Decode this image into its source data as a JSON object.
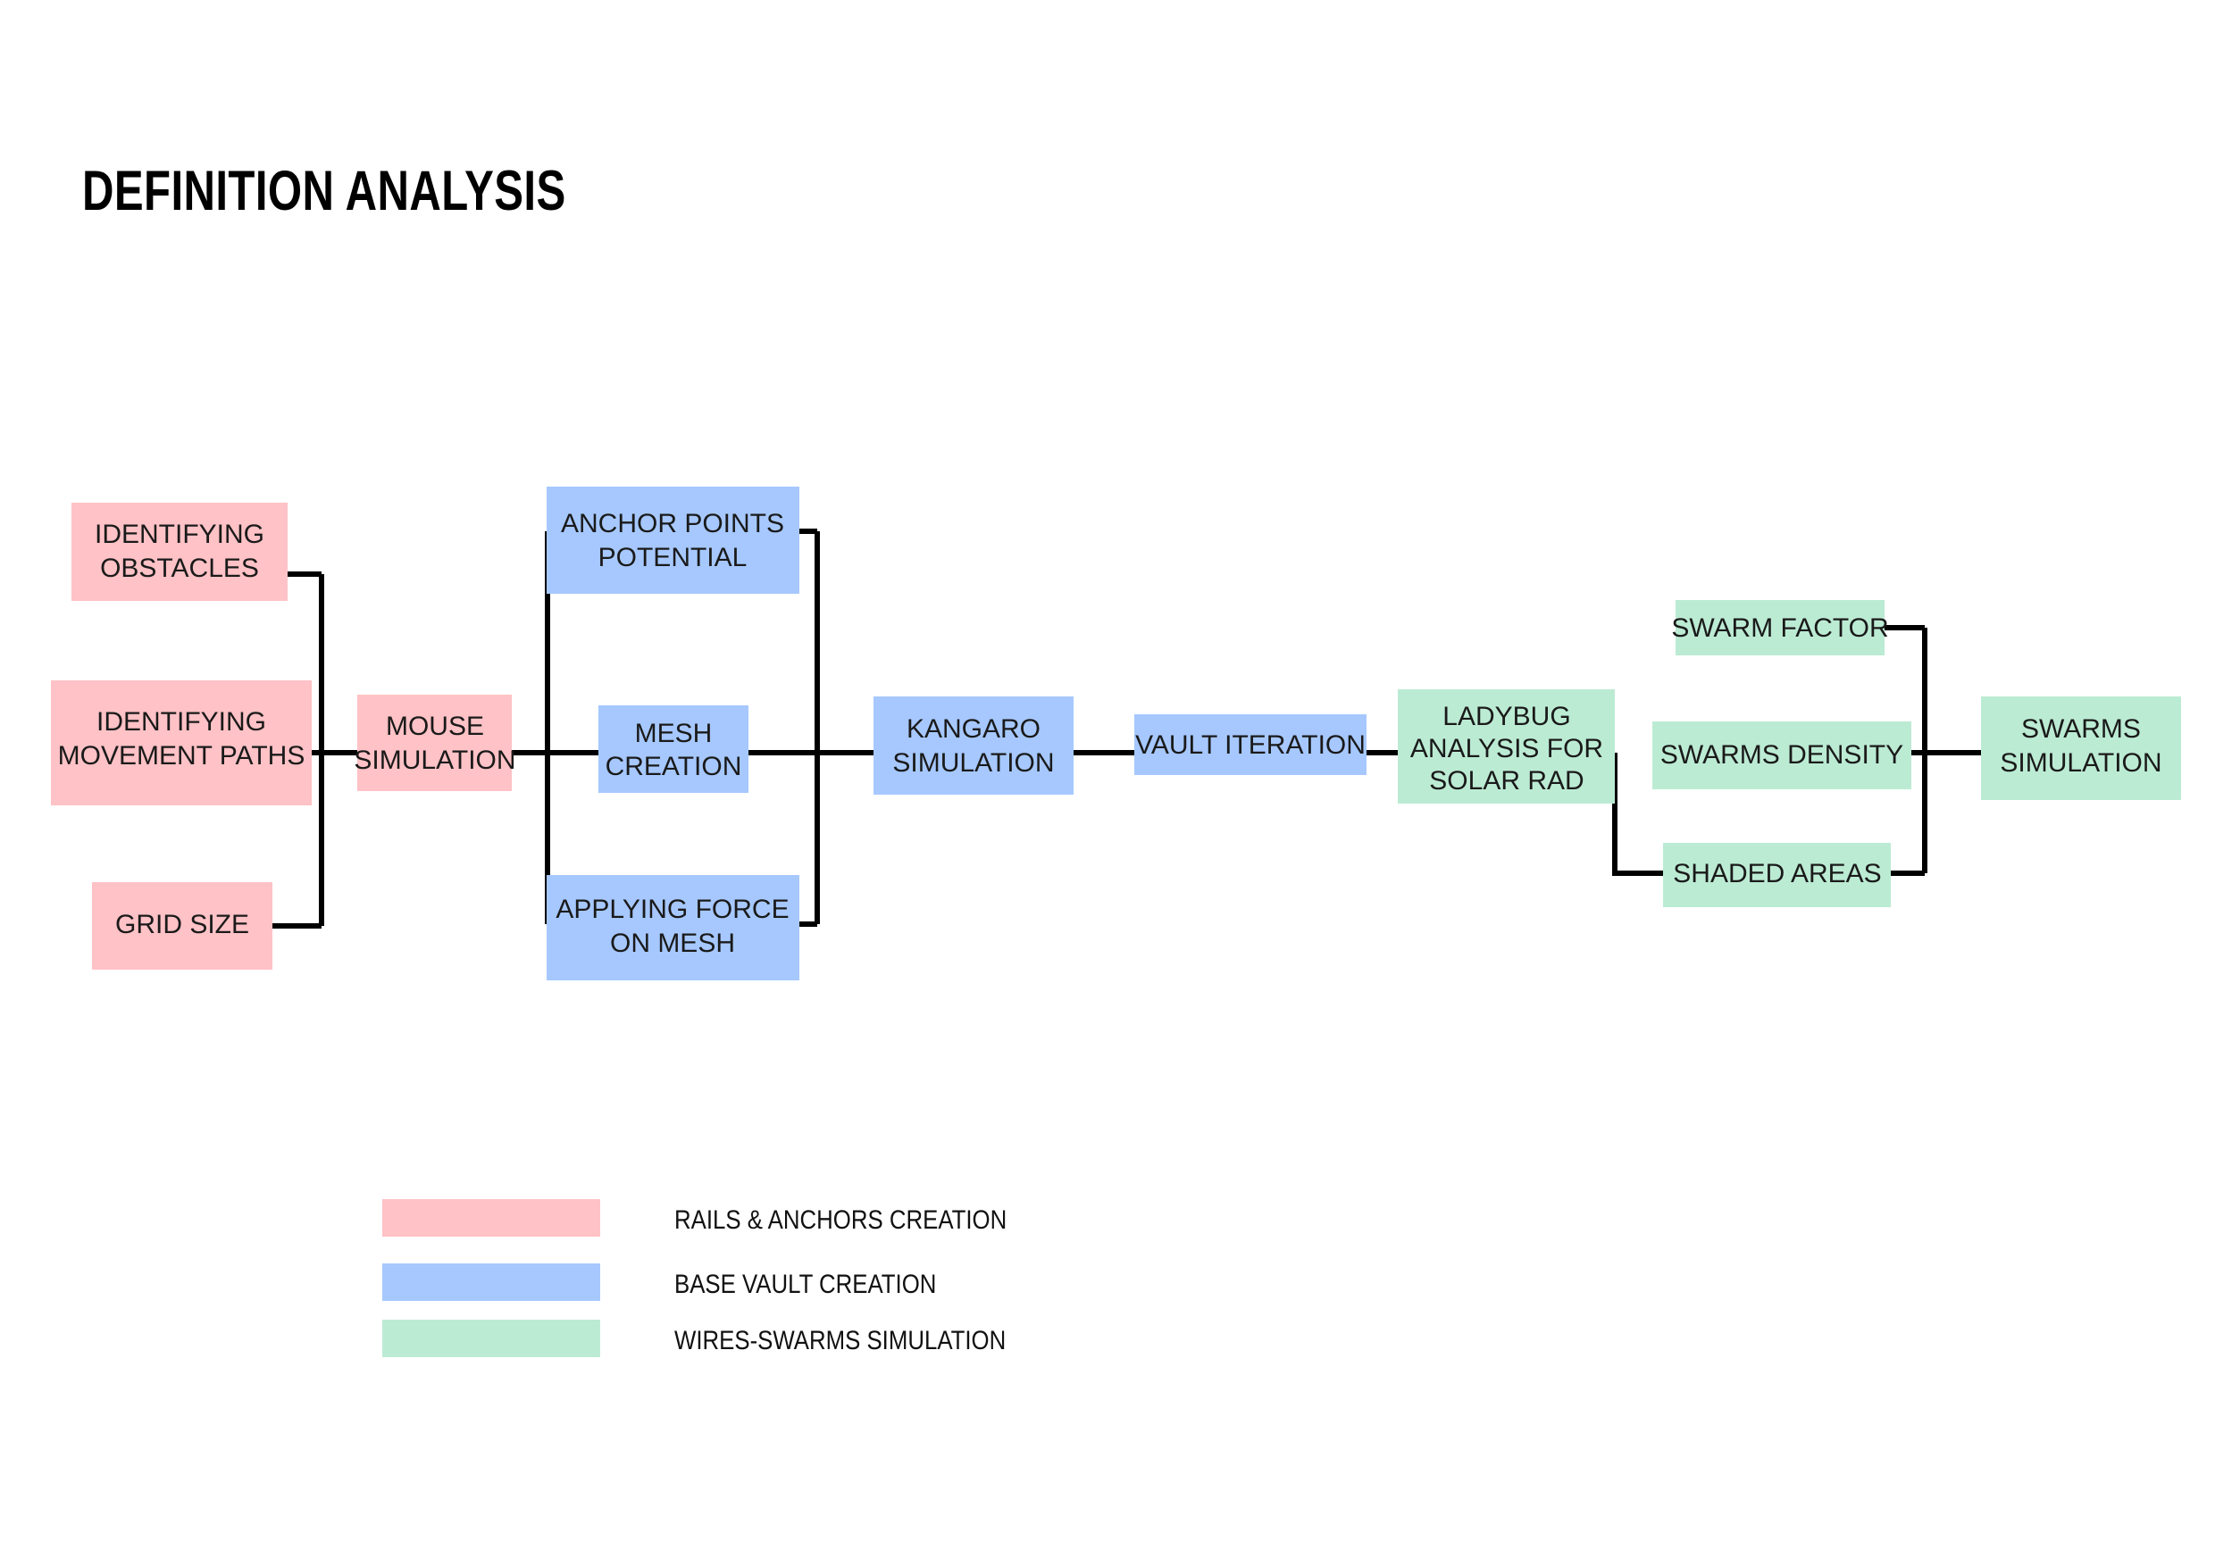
{
  "title": "DEFINITION ANALYSIS",
  "colors": {
    "pink": "#FFC2C6",
    "blue": "#A6C8FF",
    "green": "#BCEBD4",
    "line": "#000000",
    "text": "#1a1a1a",
    "background": "#ffffff"
  },
  "nodes": {
    "identifying_obstacles": {
      "lines": [
        "IDENTIFYING",
        "OBSTACLES"
      ],
      "group": "pink"
    },
    "identifying_movement_paths": {
      "lines": [
        "IDENTIFYING",
        "MOVEMENT PATHS"
      ],
      "group": "pink"
    },
    "grid_size": {
      "lines": [
        "GRID SIZE"
      ],
      "group": "pink"
    },
    "mouse_simulation": {
      "lines": [
        "MOUSE",
        "SIMULATION"
      ],
      "group": "pink"
    },
    "anchor_points_potential": {
      "lines": [
        "ANCHOR POINTS",
        "POTENTIAL"
      ],
      "group": "blue"
    },
    "mesh_creation": {
      "lines": [
        "MESH",
        "CREATION"
      ],
      "group": "blue"
    },
    "applying_force_on_mesh": {
      "lines": [
        "APPLYING FORCE",
        "ON MESH"
      ],
      "group": "blue"
    },
    "kangaro_simulation": {
      "lines": [
        "KANGARO",
        "SIMULATION"
      ],
      "group": "blue"
    },
    "vault_iteration": {
      "lines": [
        "VAULT ITERATION"
      ],
      "group": "blue"
    },
    "ladybug_analysis": {
      "lines": [
        "LADYBUG",
        "ANALYSIS FOR",
        "SOLAR RAD"
      ],
      "group": "green"
    },
    "swarm_factor": {
      "lines": [
        "SWARM FACTOR"
      ],
      "group": "green"
    },
    "swarms_density": {
      "lines": [
        "SWARMS DENSITY"
      ],
      "group": "green"
    },
    "shaded_areas": {
      "lines": [
        "SHADED AREAS"
      ],
      "group": "green"
    },
    "swarms_simulation": {
      "lines": [
        "SWARMS",
        "SIMULATION"
      ],
      "group": "green"
    }
  },
  "legend": [
    {
      "color": "#FFC2C6",
      "label": "RAILS & ANCHORS CREATION",
      "swatch_name": "legend-swatch-pink"
    },
    {
      "color": "#A6C8FF",
      "label": "BASE VAULT CREATION",
      "swatch_name": "legend-swatch-blue"
    },
    {
      "color": "#BCEBD4",
      "label": "WIRES-SWARMS SIMULATION",
      "swatch_name": "legend-swatch-green"
    }
  ]
}
